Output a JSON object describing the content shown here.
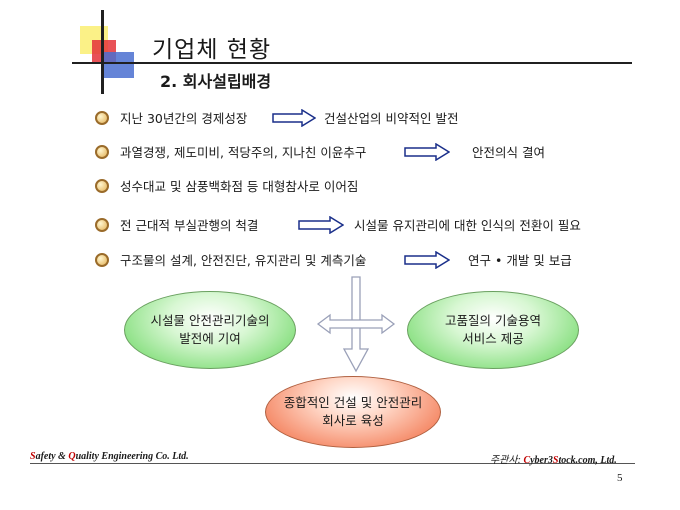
{
  "title": "기업체 현황",
  "subtitle": "2. 회사설립배경",
  "items": [
    {
      "text": "지난 30년간의 경제성장",
      "result": "건설산업의 비약적인 발전"
    },
    {
      "text": "과열경쟁, 제도미비, 적당주의, 지나친 이윤추구",
      "result": "안전의식 결여"
    },
    {
      "text": "성수대교 및 삼풍백화점 등 대형참사로 이어짐",
      "result": ""
    },
    {
      "text": "전 근대적 부실관행의 척결",
      "result": "시설물 유지관리에 대한 인식의 전환이 필요"
    },
    {
      "text": "구조물의 설계, 안전진단, 유지관리 및 계측기술",
      "result": "연구 • 개발 및 보급"
    }
  ],
  "diagram": {
    "left": [
      "시설물 안전관리기술의",
      "발전에 기여"
    ],
    "right": [
      "고품질의 기술용역",
      "서비스 제공"
    ],
    "bottom": [
      "종합적인 건설 및 안전관리",
      "회사로 육성"
    ]
  },
  "footer": {
    "company_s": "S",
    "company_1": "afety & ",
    "company_q": "Q",
    "company_2": "uality Engineering Co. Ltd.",
    "host_label": "주관사: ",
    "host_c": "C",
    "host_1": "yber3",
    "host_s": "S",
    "host_2": "tock.com, Ltd.",
    "page": "5"
  }
}
